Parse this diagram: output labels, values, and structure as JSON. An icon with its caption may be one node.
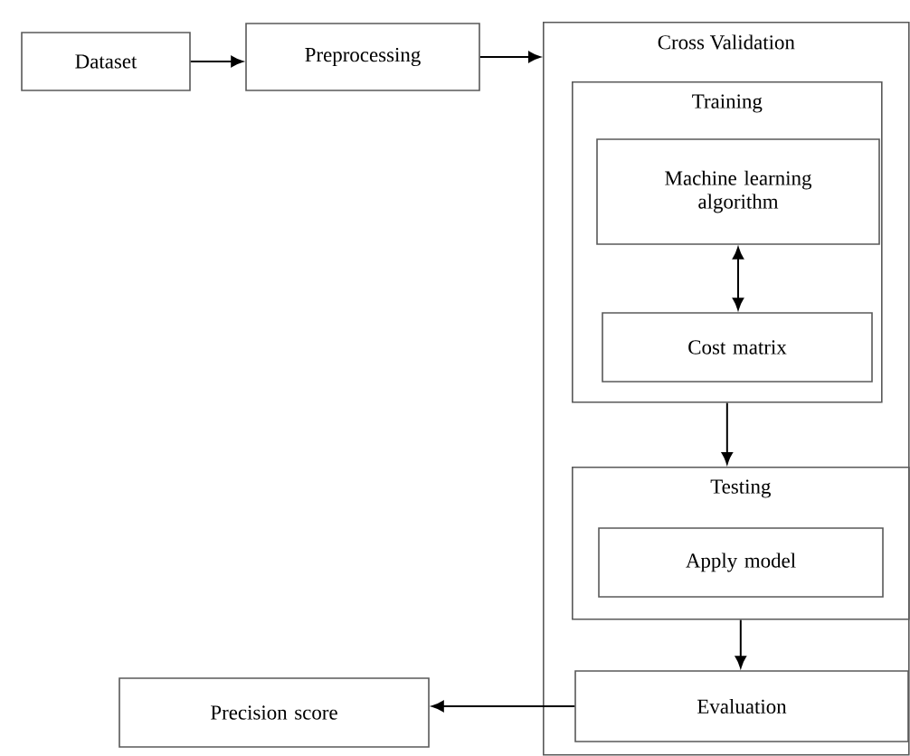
{
  "diagram": {
    "nodes": [
      {
        "text": [
          "Dataset"
        ]
      },
      {
        "text": [
          "Preprocessing"
        ]
      },
      {
        "text": [
          "Cross Validation"
        ]
      },
      {
        "text": [
          "Training"
        ],
        "in": 2
      },
      {
        "text": [
          "Machine learning algorithm"
        ],
        "in": 3
      },
      {
        "text": [
          "Cost matrix"
        ],
        "in": 3
      },
      {
        "text": [
          "Testing"
        ],
        "in": 2
      },
      {
        "text": [
          "Apply model"
        ],
        "in": 6
      },
      {
        "text": [
          "Evaluation"
        ],
        "in": 2
      },
      {
        "text": [
          "Precision score"
        ]
      }
    ],
    "edges": [
      {
        "from": 0,
        "to": 1,
        "arrow": "to"
      },
      {
        "from": 1,
        "to": 2,
        "arrow": "to"
      },
      {
        "from": 4,
        "to": 5,
        "arrow": "both"
      },
      {
        "from": 3,
        "to": 6,
        "arrow": "to"
      },
      {
        "from": 6,
        "to": 8,
        "arrow": "to"
      },
      {
        "from": 8,
        "to": 9,
        "arrow": "to"
      }
    ]
  }
}
